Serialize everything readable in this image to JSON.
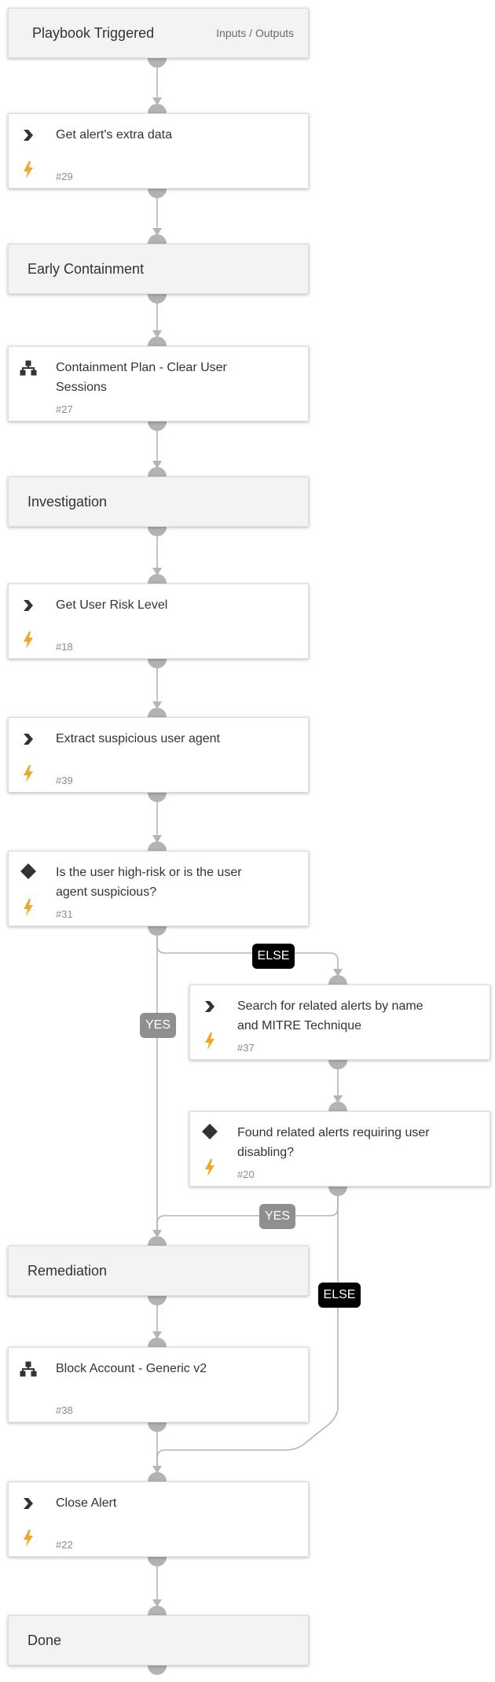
{
  "colors": {
    "connector": "#b5b5b5",
    "port": "#b3b3b3",
    "lightning": "#f0a828",
    "icon_dark": "#333333",
    "else_label": "#000000",
    "yes_label": "#8f8f8f"
  },
  "start": {
    "title": "Playbook Triggered",
    "inputs_outputs": "Inputs / Outputs"
  },
  "tasks": {
    "get_alert_extra_data": {
      "title": "Get alert's extra data",
      "number": "#29",
      "icon": "chevron-icon"
    },
    "containment_plan": {
      "title": "Containment Plan - Clear User Sessions",
      "number": "#27",
      "icon": "subplaybook-icon"
    },
    "get_user_risk": {
      "title": "Get User Risk Level",
      "number": "#18",
      "icon": "chevron-icon"
    },
    "extract_user_agent": {
      "title": "Extract suspicious user agent",
      "number": "#39",
      "icon": "chevron-icon"
    },
    "is_high_risk": {
      "title": "Is the user high-risk or is the user agent suspicious?",
      "number": "#31",
      "icon": "diamond-icon"
    },
    "search_related": {
      "title": "Search for related alerts by name and MITRE Technique",
      "number": "#37",
      "icon": "chevron-icon"
    },
    "found_related": {
      "title": "Found related alerts requiring user disabling?",
      "number": "#20",
      "icon": "diamond-icon"
    },
    "block_account": {
      "title": "Block Account - Generic v2",
      "number": "#38",
      "icon": "subplaybook-icon"
    },
    "close_alert": {
      "title": "Close Alert",
      "number": "#22",
      "icon": "chevron-icon"
    }
  },
  "sections": {
    "early_containment": "Early Containment",
    "investigation": "Investigation",
    "remediation": "Remediation",
    "done": "Done"
  },
  "labels": {
    "else_1": "ELSE",
    "yes_1": "YES",
    "yes_2": "YES",
    "else_2": "ELSE"
  }
}
